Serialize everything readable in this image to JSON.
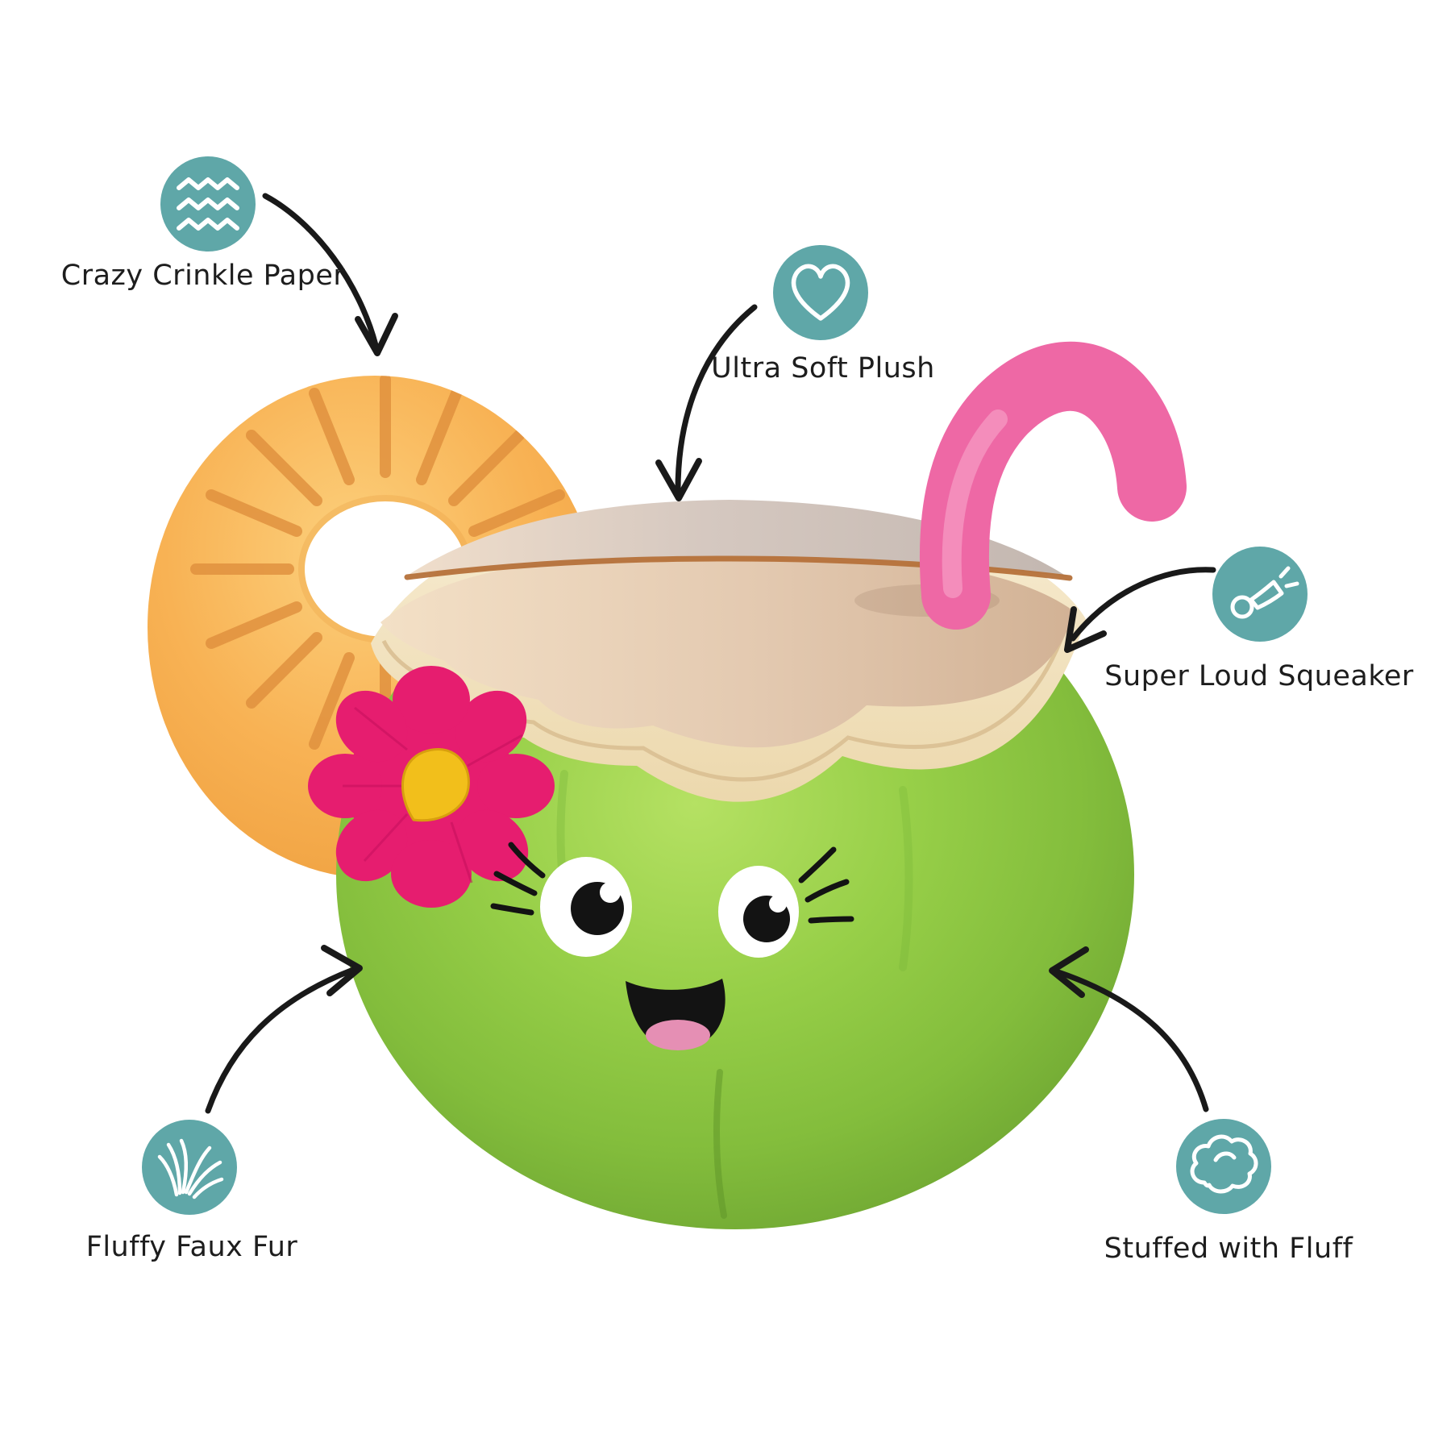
{
  "page": {
    "background": "#ffffff"
  },
  "callouts": [
    {
      "label": "Crazy Crinkle Paper",
      "icon": "crinkle-paper-icon"
    },
    {
      "label": "Ultra Soft Plush",
      "icon": "heart-icon"
    },
    {
      "label": "Super Loud Squeaker",
      "icon": "squeaker-horn-icon"
    },
    {
      "label": "Fluffy Faux Fur",
      "icon": "faux-fur-icon"
    },
    {
      "label": "Stuffed with Fluff",
      "icon": "stuffing-fluff-icon"
    }
  ],
  "toy": {
    "parts": [
      "pineapple-ring",
      "coconut-body",
      "husk-cap",
      "pink-straw",
      "hibiscus-flower",
      "embroidered-face"
    ]
  },
  "colors": {
    "accent_teal": "#5fa7a8",
    "icon_glyph_white": "#ffffff",
    "label_text": "#1d1d1d",
    "arrow_black": "#191919",
    "coconut_green": "#97cf48",
    "coconut_green_dark": "#6ca331",
    "husk_cream": "#f2e2c0",
    "husk_peach": "#e3c9b0",
    "husk_top_taupe": "#d5c8c0",
    "husk_line_brown": "#b5713a",
    "scallop_stitch": "#d9bf92",
    "pineapple_orange": "#f8b254",
    "pineapple_stripe": "#df8f3d",
    "straw_pink": "#ee68a5",
    "flower_pink": "#e61d6f",
    "flower_center_yellow": "#f2bf1b",
    "tongue_pink": "#e58fb4",
    "eye_white": "#ffffff",
    "embroidery_black": "#131313"
  }
}
